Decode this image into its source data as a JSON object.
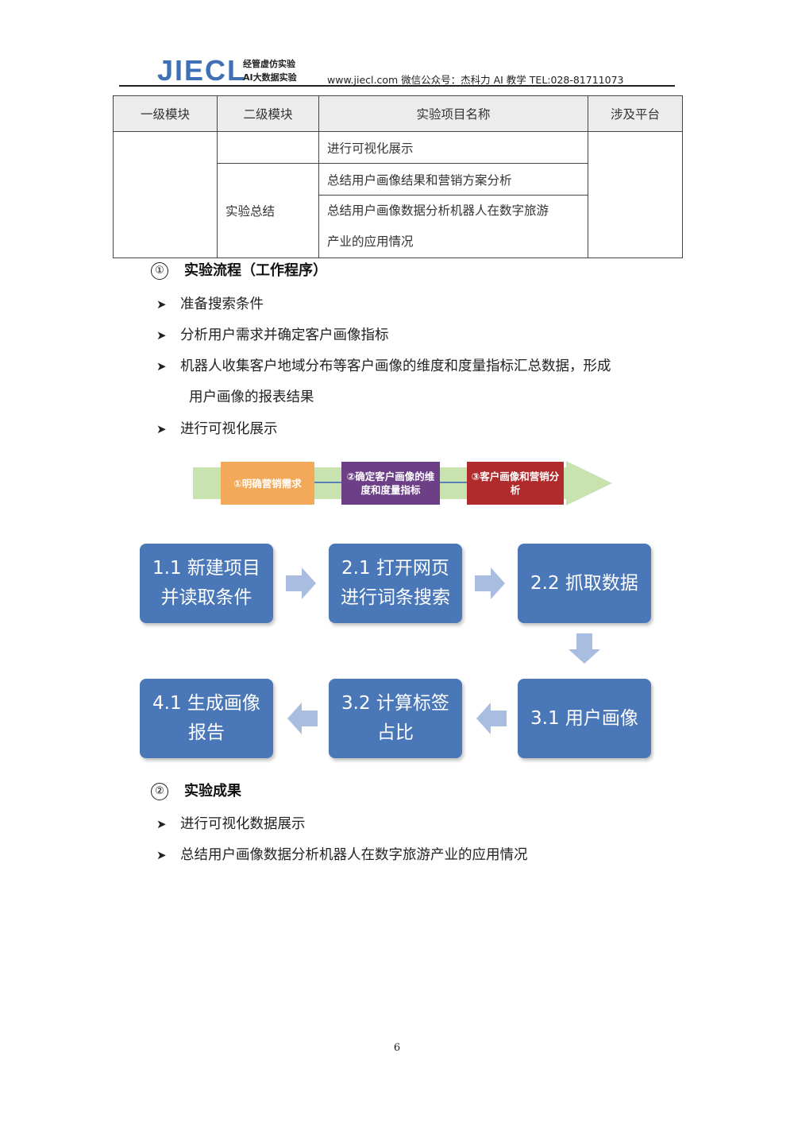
{
  "header": {
    "logo": "JIECL",
    "logo_sub1": "经管虚仿实验",
    "logo_sub2": "AI大数据实验",
    "contact": "www.jiecl.com  微信公众号：杰科力 AI 教学      TEL:028-81711073"
  },
  "table": {
    "headers": [
      "一级模块",
      "二级模块",
      "实验项目名称",
      "涉及平台"
    ],
    "row1_item": "进行可视化展示",
    "module2": "实验总结",
    "row2_item": "总结用户画像结果和营销方案分析",
    "row3_item_line1": "总结用户画像数据分析机器人在数字旅游",
    "row3_item_line2": "产业的应用情况"
  },
  "section1": {
    "number": "①",
    "title": "实验流程（工作程序）",
    "bullets": [
      "准备搜索条件",
      "分析用户需求并确定客户画像指标",
      "机器人收集客户地域分布等客户画像的维度和度量指标汇总数据，形成",
      "进行可视化展示"
    ],
    "bullet3_cont": "用户画像的报表结果"
  },
  "banner": {
    "step1": "①明确营销需求",
    "step2": "②确定客户画像的维度和度量指标",
    "step3": "③客户画像和营销分析"
  },
  "flow": {
    "b11_l1": "1.1 新建项目",
    "b11_l2": "并读取条件",
    "b21_l1": "2.1 打开网页",
    "b21_l2": "进行词条搜索",
    "b22_l1": "2.2 抓取数据",
    "b41_l1": "4.1 生成画像",
    "b41_l2": "报告",
    "b32_l1": "3.2 计算标签",
    "b32_l2": "占比",
    "b31_l1": "3.1 用户画像"
  },
  "section2": {
    "number": "②",
    "title": "实验成果",
    "bullets": [
      "进行可视化数据展示",
      "总结用户画像数据分析机器人在数字旅游产业的应用情况"
    ]
  },
  "page_number": "6",
  "colors": {
    "flow_box": "#4a77b8",
    "arrow": "#a9bde0",
    "logo": "#3f6fb5"
  }
}
